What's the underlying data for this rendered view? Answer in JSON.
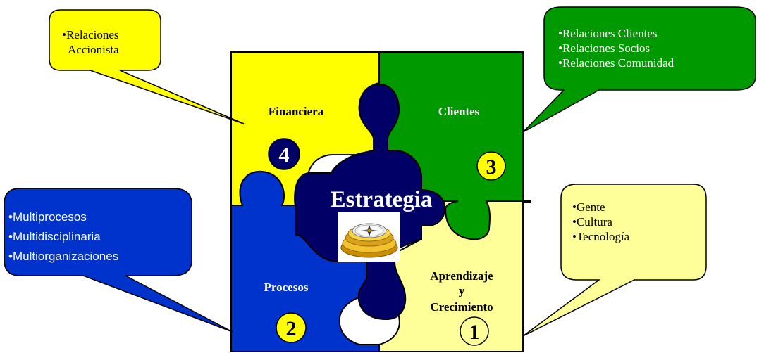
{
  "colors": {
    "financiera": "#ffff00",
    "clientes": "#009900",
    "procesos": "#0033cc",
    "aprendizaje": "#ffff99",
    "estrategia": "#000066"
  },
  "center": {
    "title": "Estrategia",
    "image": "compass-icon"
  },
  "quadrants": {
    "financiera": {
      "label": "Financiera",
      "number": "4"
    },
    "clientes": {
      "label": "Clientes",
      "number": "3"
    },
    "procesos": {
      "label": "Procesos",
      "number": "2"
    },
    "aprendizaje": {
      "label_line1": "Aprendizaje",
      "label_line2": "y",
      "label_line3": "Crecimiento",
      "number": "1"
    }
  },
  "callouts": {
    "financiera": {
      "lines": [
        "•Relaciones",
        "Accionista"
      ]
    },
    "clientes": {
      "lines": [
        "•Relaciones Clientes",
        "•Relaciones Socios",
        "•Relaciones Comunidad"
      ]
    },
    "procesos": {
      "lines": [
        "•Multiprocesos",
        "•Multidisciplinaria",
        "•Multiorganizaciones"
      ]
    },
    "aprendizaje": {
      "lines": [
        "•Gente",
        "•Cultura",
        "•Tecnología"
      ]
    }
  }
}
